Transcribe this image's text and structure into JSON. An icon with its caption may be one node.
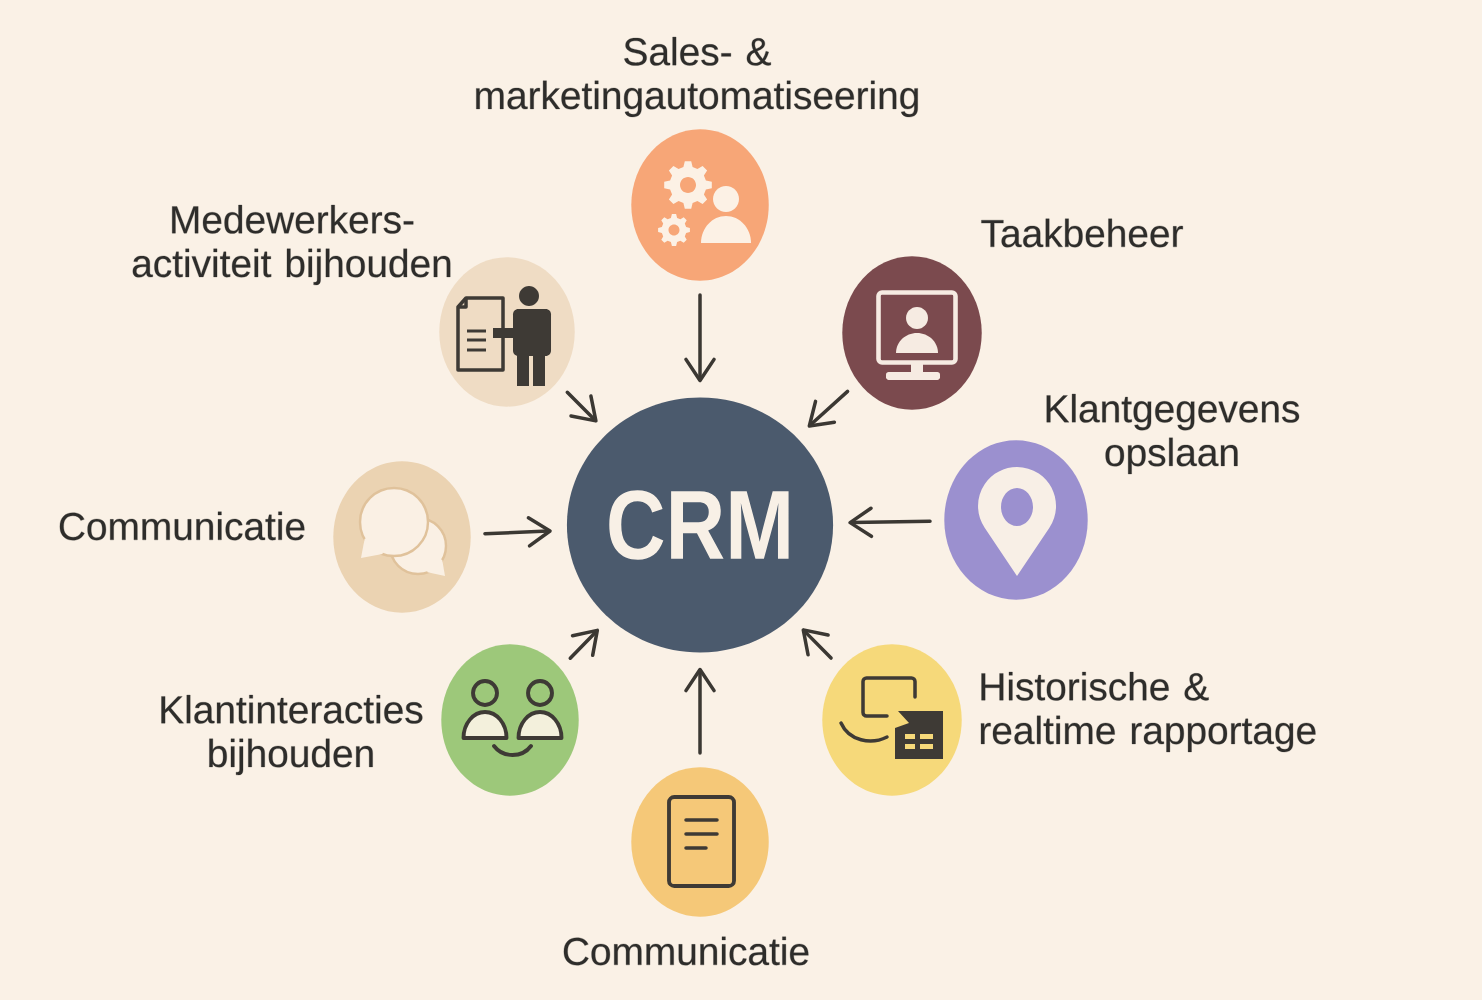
{
  "diagram": {
    "nodes": [
      {
        "text": [
          "Sales- & marketingautomatiseering"
        ]
      },
      {
        "text": [
          "Medewerkers- activiteit bijhouden"
        ]
      },
      {
        "text": [
          "Taakbeheer"
        ]
      },
      {
        "text": [
          "Klantgegevens opslaan"
        ]
      },
      {
        "text": [
          "Communicatie"
        ]
      },
      {
        "text": [
          "CRM"
        ]
      },
      {
        "text": [
          "Klantinteracties bijhouden"
        ]
      },
      {
        "text": [
          "Historische & realtime rapportage"
        ]
      },
      {
        "text": [
          "Communicatie"
        ]
      }
    ],
    "edges": [
      {
        "from": 0,
        "to": 5,
        "arrow": "to"
      },
      {
        "from": 1,
        "to": 5,
        "arrow": "to"
      },
      {
        "from": 2,
        "to": 5,
        "arrow": "to"
      },
      {
        "from": 3,
        "to": 5,
        "arrow": "to"
      },
      {
        "from": 4,
        "to": 5,
        "arrow": "to"
      },
      {
        "from": 6,
        "to": 5,
        "arrow": "to"
      },
      {
        "from": 7,
        "to": 5,
        "arrow": "to"
      },
      {
        "from": 8,
        "to": 5,
        "arrow": "to"
      }
    ]
  }
}
